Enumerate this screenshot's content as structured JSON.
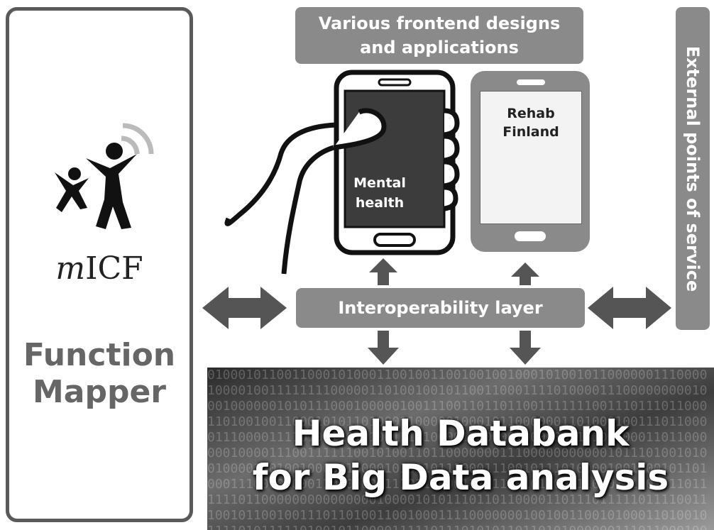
{
  "left_panel": {
    "logo_prefix": "m",
    "logo_main": "ICF",
    "title_line1": "Function",
    "title_line2": "Mapper"
  },
  "frontend_label": {
    "line1": "Various frontend designs",
    "line2": "and applications"
  },
  "phone1": {
    "line1": "Mental",
    "line2": "health"
  },
  "phone2": {
    "line1": "Rehab",
    "line2": "Finland"
  },
  "external_label": "External points of service",
  "interop_label": "Interoperability layer",
  "databank": {
    "line1": "Health Databank",
    "line2": "for Big Data analysis"
  },
  "colors": {
    "panel_gray": "#8a8a8a",
    "border_dark": "#5a5a5a",
    "arrow_dark": "#555555"
  }
}
